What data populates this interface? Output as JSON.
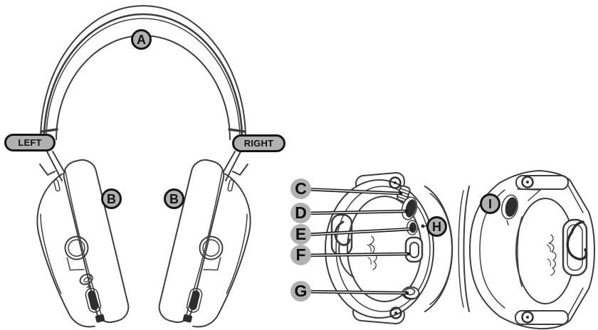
{
  "diagram": {
    "front_view": {
      "headband_callout": "A",
      "left_slider_label": "LEFT",
      "right_slider_label": "RIGHT",
      "left_earcup_callout": "B",
      "right_earcup_callout": "B"
    },
    "side_view": {
      "callouts": [
        {
          "label": "C"
        },
        {
          "label": "D"
        },
        {
          "label": "E"
        },
        {
          "label": "F"
        },
        {
          "label": "G"
        }
      ],
      "mic_hole_callout": "H",
      "right_earcup_callout": "I"
    },
    "colors": {
      "background": "#ffffff",
      "label_fill": "#b1b1b1",
      "label_ring": "#161616",
      "line_art": "#3d3d3d",
      "dark_fill": "#2e2e2e"
    }
  }
}
